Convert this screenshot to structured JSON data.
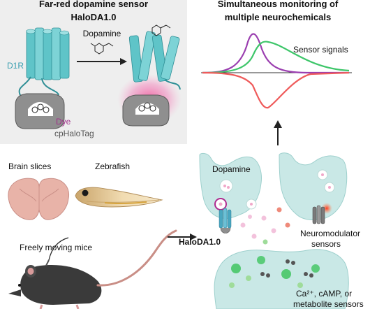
{
  "panel_sensor": {
    "title_line1": "Far-red dopamine sensor",
    "title_line2": "HaloDA1.0",
    "arrow_label": "Dopamine",
    "receptor_label": "D1R",
    "dye_label": "Dye",
    "tag_label": "cpHaloTag"
  },
  "panel_monitoring": {
    "title_line1": "Simultaneous monitoring of",
    "title_line2": "multiple neurochemicals",
    "signals_label": "Sensor signals"
  },
  "applications": {
    "brain_slices_label": "Brain slices",
    "zebrafish_label": "Zebrafish",
    "mice_label": "Freely moving mice"
  },
  "synapse": {
    "dopamine_label": "Dopamine",
    "sensor_label": "HaloDA1.0",
    "neuromodulator_line1": "Neuromodulator",
    "neuromodulator_line2": "sensors",
    "postsynaptic_line1": "Ca²⁺, cAMP, or",
    "postsynaptic_line2": "metabolite sensors"
  },
  "colors": {
    "panel_bg": "#eeeeee",
    "receptor": "#5fc4c8",
    "dye_glow": "#f0609f",
    "dye_text": "#a0308a",
    "receptor_text": "#3a9fb0",
    "neuron": "#c9e8e6",
    "signal_purple": "#9b3fb0",
    "signal_green": "#3ec66a",
    "signal_red": "#ef5b5b"
  },
  "icons": [
    "right-arrow-icon",
    "up-arrow-icon",
    "brain-slice-icon",
    "zebrafish-icon",
    "mouse-icon",
    "neuron-icon",
    "receptor-icon",
    "halotag-icon"
  ]
}
